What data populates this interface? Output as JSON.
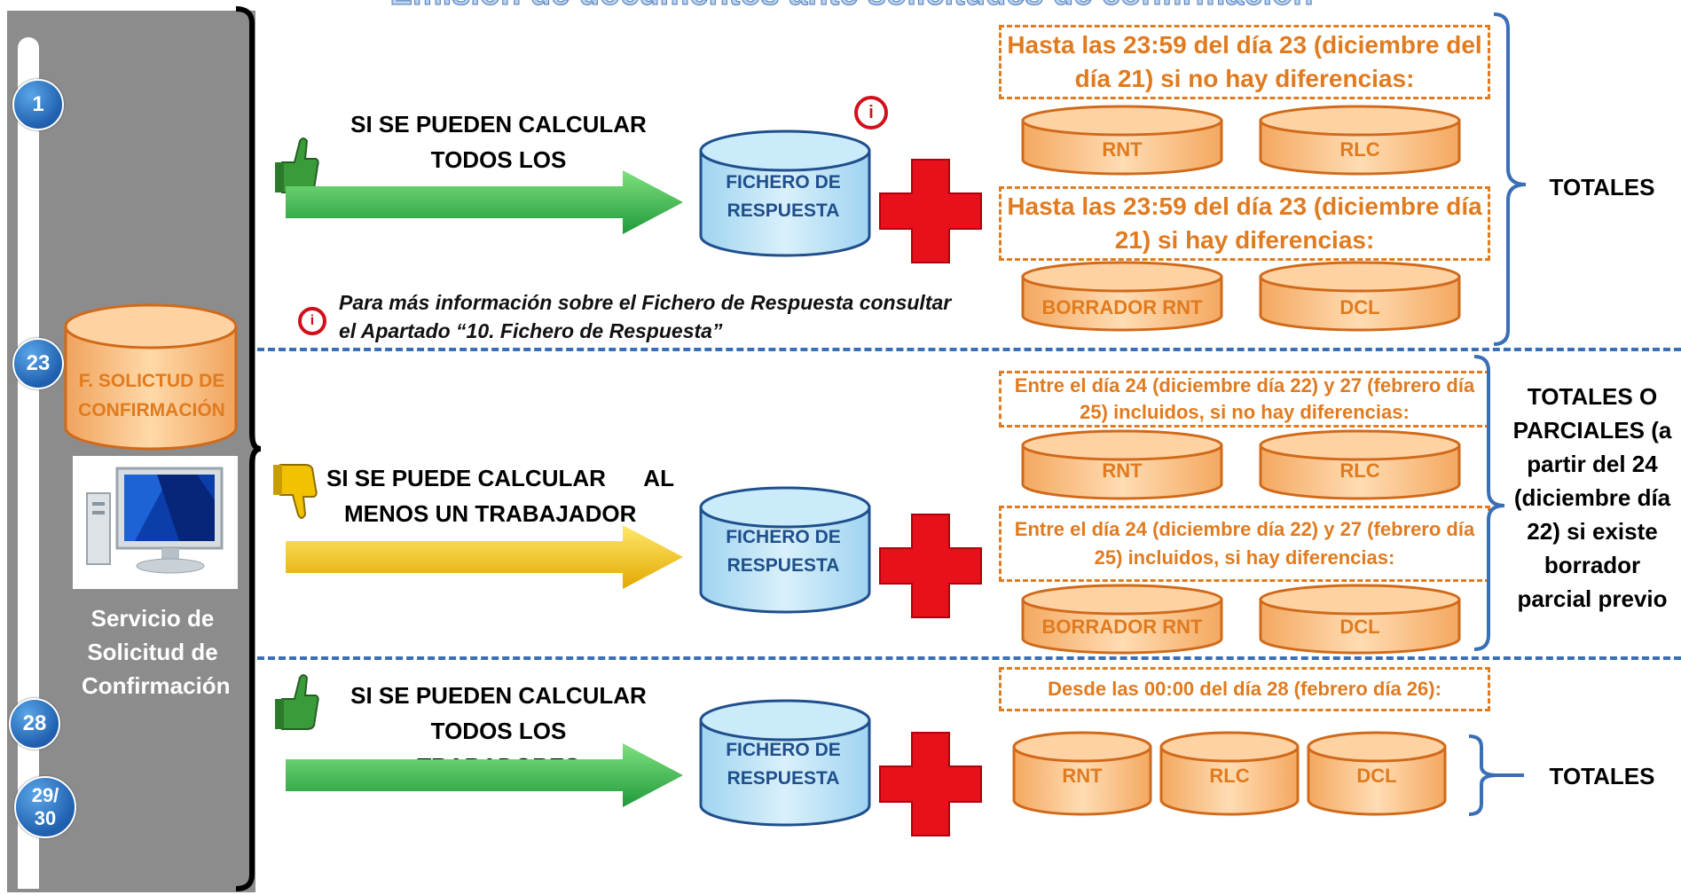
{
  "title": "Emisión de documentos ante solicitudes de confirmación",
  "sidebar": {
    "badges": [
      "1",
      "23",
      "28",
      "29/\n30"
    ],
    "cylinder_label": "F. SOLICTUD DE CONFIRMACIÓN",
    "service_label": "Servicio de Solicitud de Confirmación"
  },
  "rows": [
    {
      "condition": "SI SE PUEDEN CALCULAR TODOS LOS TRABADORES",
      "thumb": "thumbs-up-icon",
      "arrow_color": "#3bb54a",
      "file": "FICHERO DE RESPUESTA",
      "boxes": [
        {
          "text": "Hasta las 23:59 del día 23 (diciembre del día 21) si no hay diferencias:",
          "docs": [
            "RNT",
            "RLC"
          ]
        },
        {
          "text": "Hasta las 23:59 del día 23 (diciembre día 21) si hay diferencias:",
          "docs": [
            "BORRADOR RNT",
            "DCL"
          ]
        }
      ],
      "result": "TOTALES"
    },
    {
      "condition_line1": "SI SE PUEDE CALCULAR      AL",
      "condition_line2": "MENOS UN TRABAJADOR",
      "thumb": "thumbs-down-icon",
      "arrow_color": "#f2c200",
      "file": "FICHERO DE RESPUESTA",
      "boxes": [
        {
          "text": "Entre el  día 24 (diciembre día 22) y 27 (febrero día 25) incluidos, si no hay diferencias:",
          "docs": [
            "RNT",
            "RLC"
          ]
        },
        {
          "text": "Entre el  día 24 (diciembre día 22)  y 27 (febrero día 25) incluidos, si hay diferencias:",
          "docs": [
            "BORRADOR RNT",
            "DCL"
          ]
        }
      ],
      "result": "TOTALES O PARCIALES (a partir del 24 (diciembre día 22) si existe borrador parcial previo"
    },
    {
      "condition": "SI SE PUEDEN CALCULAR TODOS LOS TRABADORES",
      "thumb": "thumbs-up-icon",
      "arrow_color": "#3bb54a",
      "file": "FICHERO DE RESPUESTA",
      "boxes": [
        {
          "text": "Desde las 00:00 del día 28 (febrero día 26):",
          "docs": [
            "RNT",
            "RLC",
            "DCL"
          ]
        }
      ],
      "result": "TOTALES"
    }
  ],
  "note": {
    "line1": "Para más información sobre el Fichero de Respuesta consultar",
    "line2": "el Apartado “10. Fichero de Respuesta”"
  },
  "colors": {
    "orange": "#e07b1f",
    "blue_divider": "#3a6fb5",
    "sidebar_gray": "#8c8c8c",
    "cross_red": "#e8101a"
  }
}
